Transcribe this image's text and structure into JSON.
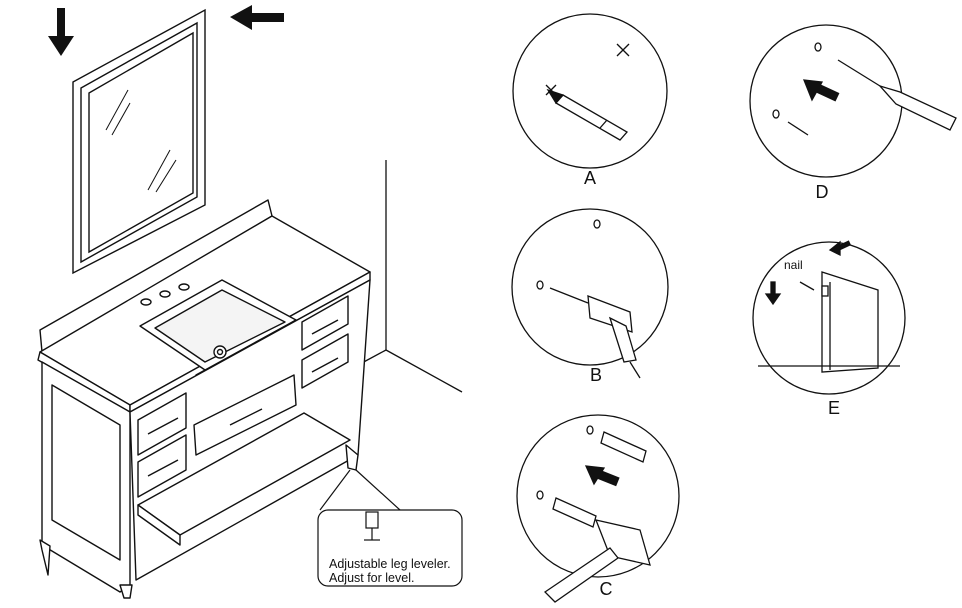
{
  "steps": {
    "a": "A",
    "b": "B",
    "c": "C",
    "d": "D",
    "e": "E"
  },
  "nail_label": "nail",
  "leveler": {
    "line1": "Adjustable leg leveler.",
    "line2": "Adjust for level."
  }
}
